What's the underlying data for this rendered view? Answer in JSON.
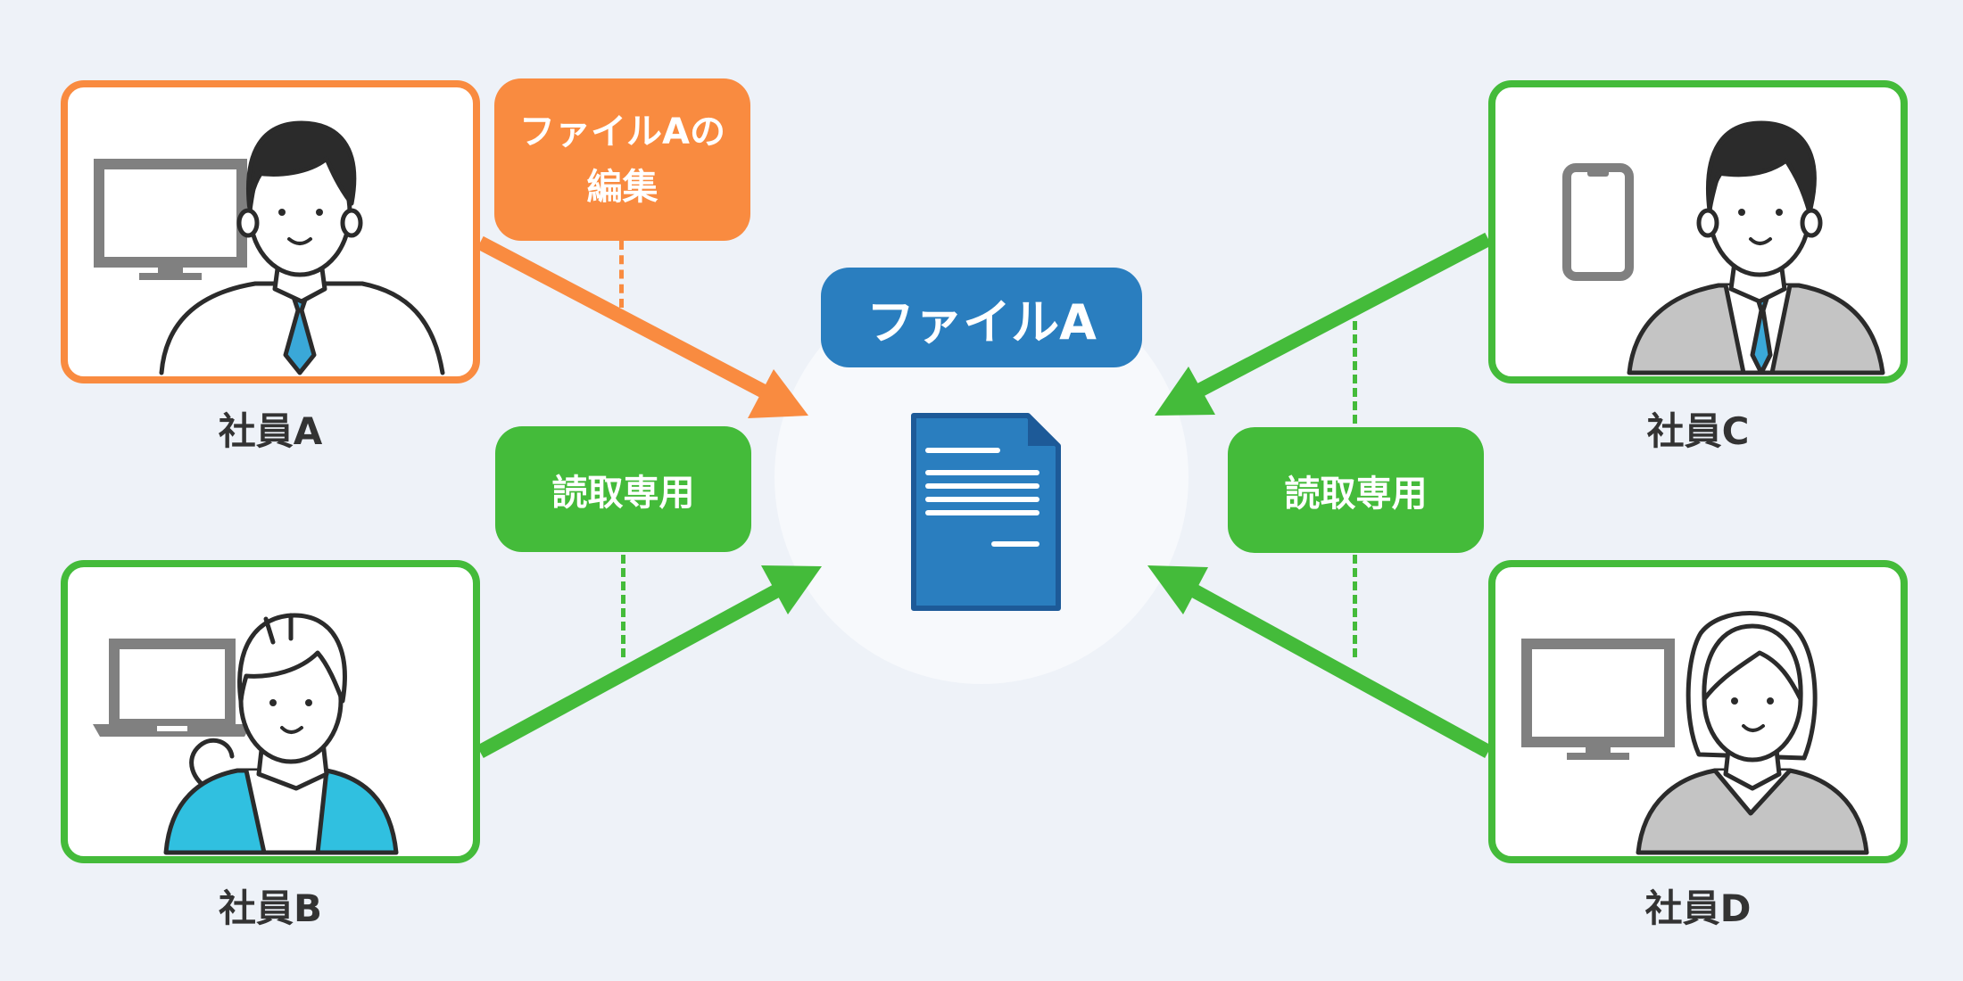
{
  "center": {
    "label": "ファイルA"
  },
  "employees": {
    "a": {
      "name": "社員A"
    },
    "b": {
      "name": "社員B"
    },
    "c": {
      "name": "社員C"
    },
    "d": {
      "name": "社員D"
    }
  },
  "tags": {
    "edit_line1": "ファイルAの",
    "edit_line2": "編集",
    "readonly_left": "読取専用",
    "readonly_right": "読取専用"
  },
  "colors": {
    "background": "#eef2f8",
    "editor_accent": "#f98b40",
    "reader_accent": "#44bb3a",
    "file_blue": "#2a7ebf"
  }
}
